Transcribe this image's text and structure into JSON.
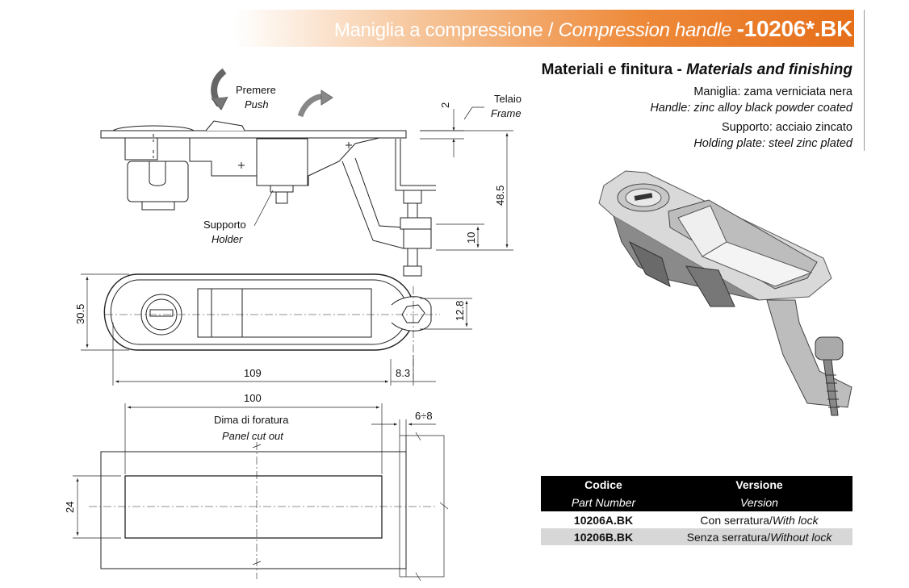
{
  "header": {
    "title_it": "Maniglia a compressione",
    "separator": "/",
    "title_en": "Compression handle",
    "code": "-10206*.BK"
  },
  "materials": {
    "heading_it": "Materiali e finitura -",
    "heading_en": "Materials and finishing",
    "lines": [
      "Maniglia: zama verniciata nera",
      "Handle: zinc alloy black powder coated",
      "Supporto: acciaio zincato",
      "Holding plate: steel zinc plated"
    ]
  },
  "drawing_labels": {
    "push_it": "Premere",
    "push_en": "Push",
    "frame_it": "Telaio",
    "frame_en": "Frame",
    "holder_it": "Supporto",
    "holder_en": "Holder",
    "cutout_it": "Dima di foratura",
    "cutout_en": "Panel cut out"
  },
  "dimensions": {
    "d2": "2",
    "d48_5": "48.5",
    "d10": "10",
    "d30_5": "30.5",
    "d12_8": "12.8",
    "d109": "109",
    "d8_3": "8.3",
    "d100": "100",
    "d6_8": "6÷8",
    "d24": "24"
  },
  "table": {
    "headers": [
      {
        "it": "Codice",
        "en": "Part Number"
      },
      {
        "it": "Versione",
        "en": "Version"
      }
    ],
    "rows": [
      {
        "code": "10206A.BK",
        "version_it": "Con serratura/",
        "version_en": "With lock"
      },
      {
        "code": "10206B.BK",
        "version_it": "Senza serratura/",
        "version_en": "Without lock"
      }
    ]
  },
  "colors": {
    "accent": "#e66f1a",
    "table_header": "#000000",
    "table_alt_row": "#d7d7d7"
  }
}
